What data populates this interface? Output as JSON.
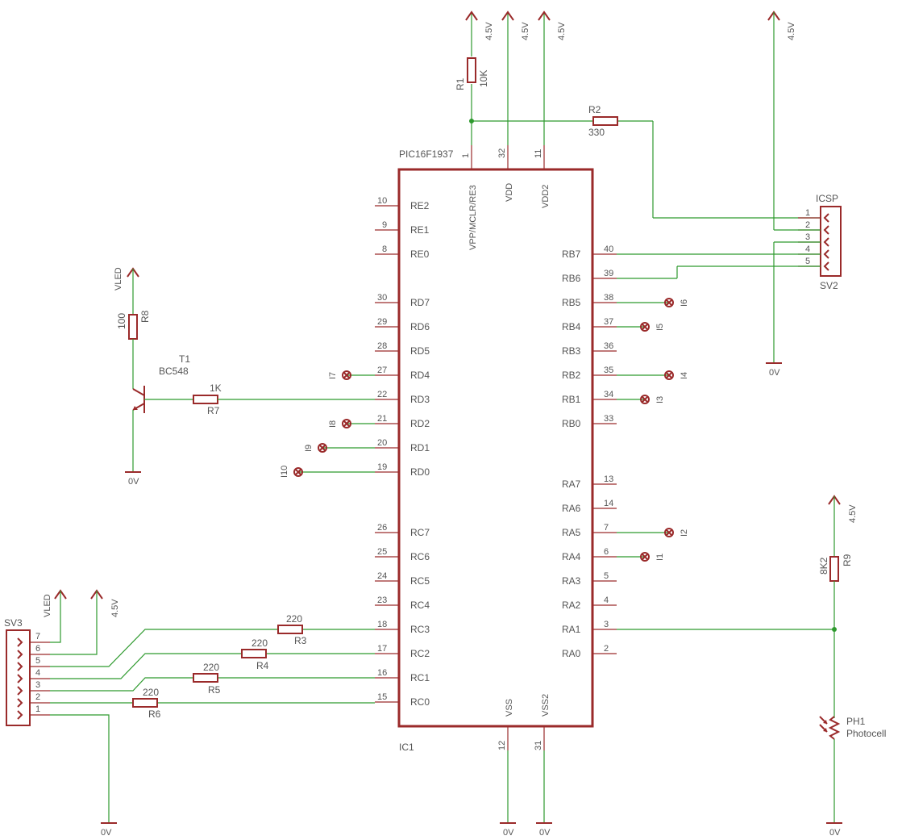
{
  "ic": {
    "name": "PIC16F1937",
    "ref": "IC1",
    "top_pins": [
      {
        "num": "1",
        "name": "VPP/MCLR/RE3"
      },
      {
        "num": "32",
        "name": "VDD"
      },
      {
        "num": "11",
        "name": "VDD2"
      }
    ],
    "bottom_pins": [
      {
        "num": "12",
        "name": "VSS"
      },
      {
        "num": "31",
        "name": "VSS2"
      }
    ],
    "left_pins": [
      {
        "num": "10",
        "name": "RE2"
      },
      {
        "num": "9",
        "name": "RE1"
      },
      {
        "num": "8",
        "name": "RE0"
      },
      {
        "num": "30",
        "name": "RD7"
      },
      {
        "num": "29",
        "name": "RD6"
      },
      {
        "num": "28",
        "name": "RD5"
      },
      {
        "num": "27",
        "name": "RD4"
      },
      {
        "num": "22",
        "name": "RD3"
      },
      {
        "num": "21",
        "name": "RD2"
      },
      {
        "num": "20",
        "name": "RD1"
      },
      {
        "num": "19",
        "name": "RD0"
      },
      {
        "num": "26",
        "name": "RC7"
      },
      {
        "num": "25",
        "name": "RC6"
      },
      {
        "num": "24",
        "name": "RC5"
      },
      {
        "num": "23",
        "name": "RC4"
      },
      {
        "num": "18",
        "name": "RC3"
      },
      {
        "num": "17",
        "name": "RC2"
      },
      {
        "num": "16",
        "name": "RC1"
      },
      {
        "num": "15",
        "name": "RC0"
      }
    ],
    "right_pins": [
      {
        "num": "40",
        "name": "RB7"
      },
      {
        "num": "39",
        "name": "RB6"
      },
      {
        "num": "38",
        "name": "RB5"
      },
      {
        "num": "37",
        "name": "RB4"
      },
      {
        "num": "36",
        "name": "RB3"
      },
      {
        "num": "35",
        "name": "RB2"
      },
      {
        "num": "34",
        "name": "RB1"
      },
      {
        "num": "33",
        "name": "RB0"
      },
      {
        "num": "13",
        "name": "RA7"
      },
      {
        "num": "14",
        "name": "RA6"
      },
      {
        "num": "7",
        "name": "RA5"
      },
      {
        "num": "6",
        "name": "RA4"
      },
      {
        "num": "5",
        "name": "RA3"
      },
      {
        "num": "4",
        "name": "RA2"
      },
      {
        "num": "3",
        "name": "RA1"
      },
      {
        "num": "2",
        "name": "RA0"
      }
    ]
  },
  "supplies": {
    "v45": "4.5V",
    "gnd": "0V",
    "vled": "VLED"
  },
  "resistors": {
    "r1": {
      "ref": "R1",
      "value": "10K"
    },
    "r2": {
      "ref": "R2",
      "value": "330"
    },
    "r3": {
      "ref": "R3",
      "value": "220"
    },
    "r4": {
      "ref": "R4",
      "value": "220"
    },
    "r5": {
      "ref": "R5",
      "value": "220"
    },
    "r6": {
      "ref": "R6",
      "value": "220"
    },
    "r7": {
      "ref": "R7",
      "value": "1K"
    },
    "r8": {
      "ref": "R8",
      "value": "100"
    },
    "r9": {
      "ref": "R9",
      "value": "8K2"
    }
  },
  "transistor": {
    "ref": "T1",
    "value": "BC548"
  },
  "photocell": {
    "ref": "PH1",
    "value": "Photocell"
  },
  "icsp": {
    "title": "ICSP",
    "ref": "SV2",
    "pins": [
      "1",
      "2",
      "3",
      "4",
      "5"
    ]
  },
  "sv3": {
    "ref": "SV3",
    "pins": [
      "7",
      "6",
      "5",
      "4",
      "3",
      "2",
      "1"
    ]
  },
  "test_points": {
    "i1": "I1",
    "i2": "I2",
    "i3": "I3",
    "i4": "I4",
    "i5": "I5",
    "i6": "I6",
    "i7": "I7",
    "i8": "I8",
    "i9": "I9",
    "i10": "I10"
  }
}
